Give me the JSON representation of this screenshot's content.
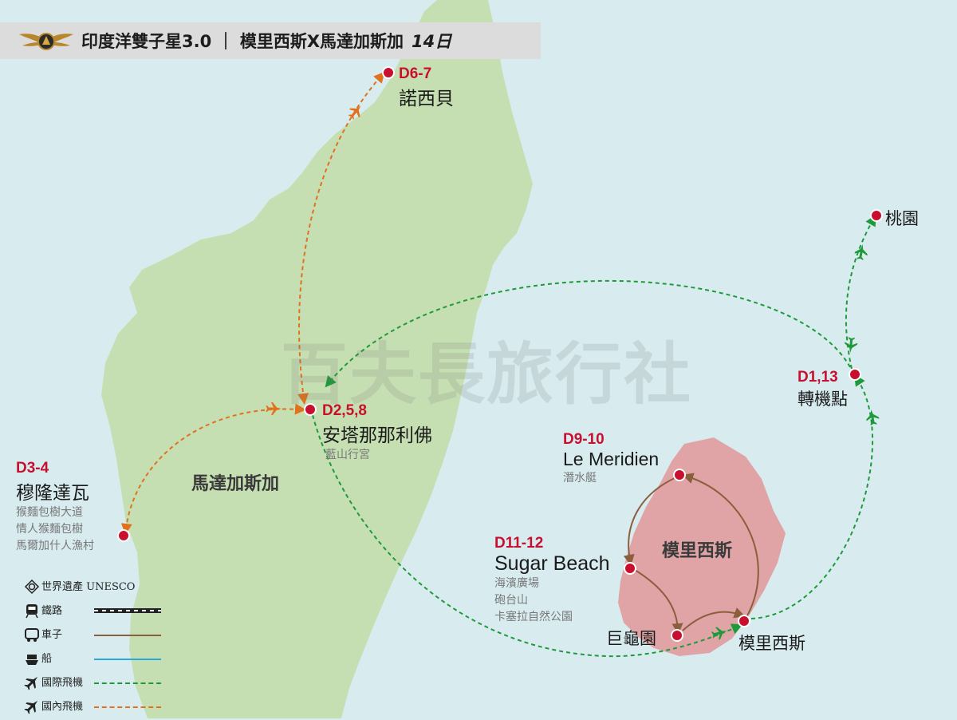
{
  "header": {
    "title": "印度洋雙子星3.0 ｜ 模里西斯X馬達加斯加",
    "days": "14日"
  },
  "watermark": "百夫長旅行社",
  "regions": {
    "madagascar": "馬達加斯加",
    "mauritius": "模里西斯"
  },
  "stops": {
    "nosy_be": {
      "day": "D6-7",
      "name": "諾西貝"
    },
    "antananarivo": {
      "day": "D2,5,8",
      "name": "安塔那那利佛",
      "sub": [
        "藍山行宮"
      ]
    },
    "morondava": {
      "day": "D3-4",
      "name": "穆隆達瓦",
      "sub": [
        "猴麵包樹大道",
        "情人猴麵包樹",
        "馬爾加什人漁村"
      ]
    },
    "le_meridien": {
      "day": "D9-10",
      "name": "Le Meridien",
      "sub": [
        "潛水艇"
      ]
    },
    "sugar_beach": {
      "day": "D11-12",
      "name": "Sugar Beach",
      "sub": [
        "海濱廣場",
        "砲台山",
        "卡塞拉自然公園"
      ]
    },
    "giant_tortoise": {
      "name": "巨龜園"
    },
    "mauritius_airport": {
      "name": "模里西斯"
    },
    "transit": {
      "day": "D1,13",
      "name": "轉機點"
    },
    "taoyuan": {
      "name": "桃園"
    }
  },
  "legend": [
    {
      "icon": "unesco-icon",
      "label": "世界遺產 UNESCO",
      "line": "none"
    },
    {
      "icon": "train-icon",
      "label": "鐵路",
      "line": "rail"
    },
    {
      "icon": "bus-icon",
      "label": "車子",
      "line": "#8b5e3c"
    },
    {
      "icon": "ship-icon",
      "label": "船",
      "line": "#2aa7dc"
    },
    {
      "icon": "plane-icon",
      "label": "國際飛機",
      "line": "#1f9a3a"
    },
    {
      "icon": "plane-icon",
      "label": "國內飛機",
      "line": "#e2711d"
    }
  ],
  "colors": {
    "sea": "#d8ecf0",
    "madagascar_land": "#c6dfb2",
    "mauritius_land": "#e0a4a6",
    "marker": "#c8102e",
    "international_flight": "#1f9a3a",
    "domestic_flight": "#e2711d",
    "car_route": "#8b5e3c",
    "boat_route": "#2aa7dc"
  }
}
